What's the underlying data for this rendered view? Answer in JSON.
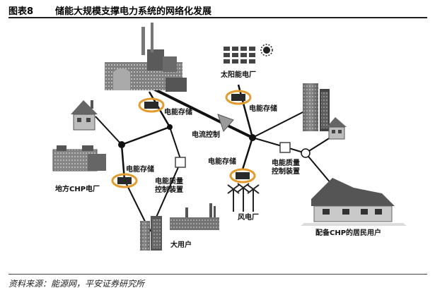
{
  "header": {
    "fig_label": "图表8",
    "title": "储能大规模支撑电力系统的网络化发展"
  },
  "diagram": {
    "labels": {
      "storage_top": "电能存储",
      "solar_plant": "太阳能电厂",
      "storage_solar": "电能存储",
      "flow_control": "电流控制",
      "storage_left": "电能存储",
      "local_chp": "地方CHP电厂",
      "pq_left": "电能质量\n控制装置",
      "storage_wind": "电能存储",
      "pq_right": "电能质量\n控制装置",
      "wind_plant": "风电厂",
      "large_user": "大用户",
      "chp_residential": "配备CHP的居民用户"
    },
    "colors": {
      "line": "#111111",
      "storage_ring": "#e39b2d",
      "device": "#2a2a2a",
      "building": "#6f6f6f",
      "dark": "#3b3b3b"
    }
  },
  "footer": {
    "source": "资料来源：能源网，平安证券研究所"
  }
}
